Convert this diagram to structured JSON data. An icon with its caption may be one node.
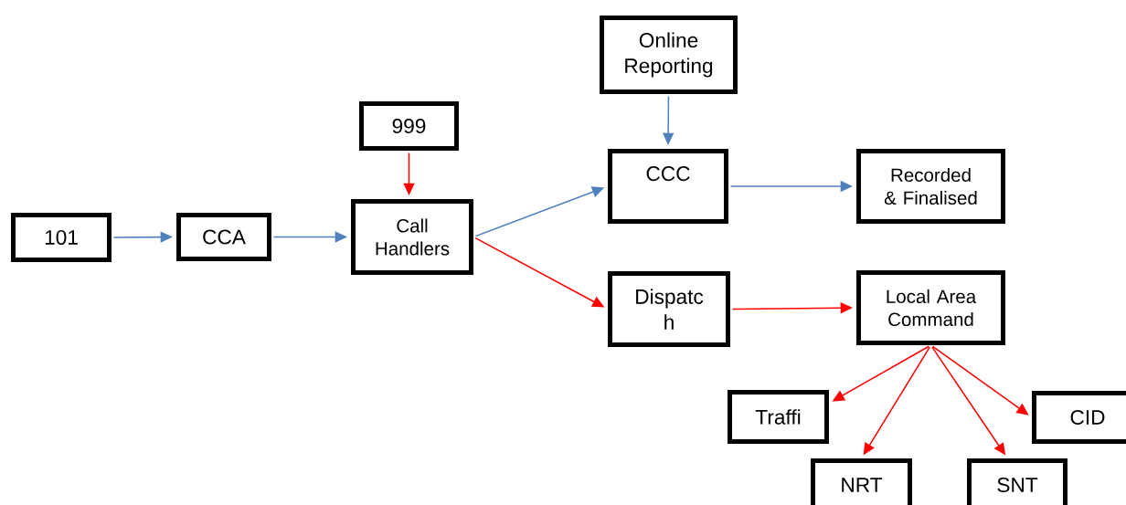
{
  "diagram": {
    "nodes": [
      {
        "text": [
          "101"
        ]
      },
      {
        "text": [
          "CCA"
        ]
      },
      {
        "text": [
          "999"
        ]
      },
      {
        "text": [
          "Call Handlers"
        ]
      },
      {
        "text": [
          "Online Reporting"
        ]
      },
      {
        "text": [
          "CCC"
        ]
      },
      {
        "text": [
          "Recorded & Finalised"
        ]
      },
      {
        "text": [
          "Dispatc h"
        ]
      },
      {
        "text": [
          "Local Area Command"
        ]
      },
      {
        "text": [
          "Traffi"
        ]
      },
      {
        "text": [
          "CID"
        ]
      },
      {
        "text": [
          "NRT"
        ]
      },
      {
        "text": [
          "SNT"
        ]
      }
    ],
    "edges": [
      {
        "from": 0,
        "to": 1,
        "arrow": "to",
        "color": "#4f81bd"
      },
      {
        "from": 1,
        "to": 3,
        "arrow": "to",
        "color": "#4f81bd"
      },
      {
        "from": 2,
        "to": 3,
        "arrow": "to"
      },
      {
        "from": 3,
        "to": 5,
        "arrow": "to",
        "color": "#4f81bd"
      },
      {
        "from": 3,
        "to": 7,
        "arrow": "to"
      },
      {
        "from": 4,
        "to": 5,
        "arrow": "to",
        "color": "#4f81bd"
      },
      {
        "from": 5,
        "to": 6,
        "arrow": "to",
        "color": "#4f81bd"
      },
      {
        "from": 7,
        "to": 8,
        "arrow": "to"
      },
      {
        "from": 8,
        "to": 9,
        "arrow": "to"
      },
      {
        "from": 8,
        "to": 10,
        "arrow": "to"
      },
      {
        "from": 8,
        "to": 11,
        "arrow": "to"
      },
      {
        "from": 8,
        "to": 12,
        "arrow": "to"
      }
    ]
  }
}
